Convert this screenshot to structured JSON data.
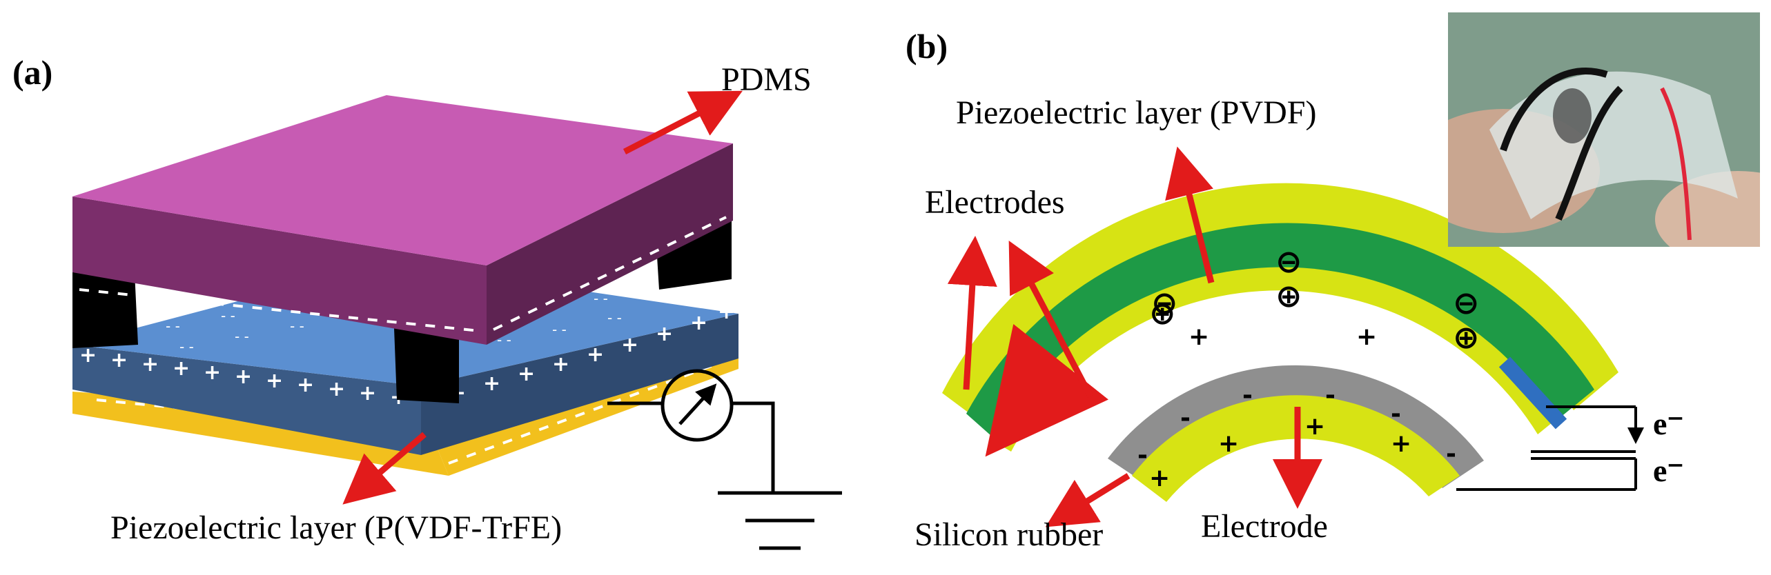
{
  "panels": {
    "a": "(a)",
    "b": "(b)"
  },
  "panel_a": {
    "top_label": "PDMS",
    "bottom_label": "Piezoelectric layer (P(VDF-TrFE)"
  },
  "panel_b": {
    "layer_label": "Piezoelectric layer (PVDF)",
    "electrodes_label": "Electrodes",
    "silicon_label": "Silicon rubber",
    "electrode_label": "Electrode",
    "electron_label_1": "e⁻",
    "electron_label_2": "e⁻"
  },
  "colors": {
    "pdms_top": "#c75bb3",
    "pdms_front": "#7b2e6b",
    "pdms_side": "#5e2352",
    "film_top": "#5b8fd1",
    "film_front": "#3a5a85",
    "base_yellow": "#f2c01d",
    "spacer": "#000000",
    "arrow": "#e21b1b",
    "arc_yellow": "#d7e314",
    "arc_green": "#1e9a46",
    "arc_gray": "#8f8f8f",
    "blue_arrow": "#2f6fc0"
  }
}
